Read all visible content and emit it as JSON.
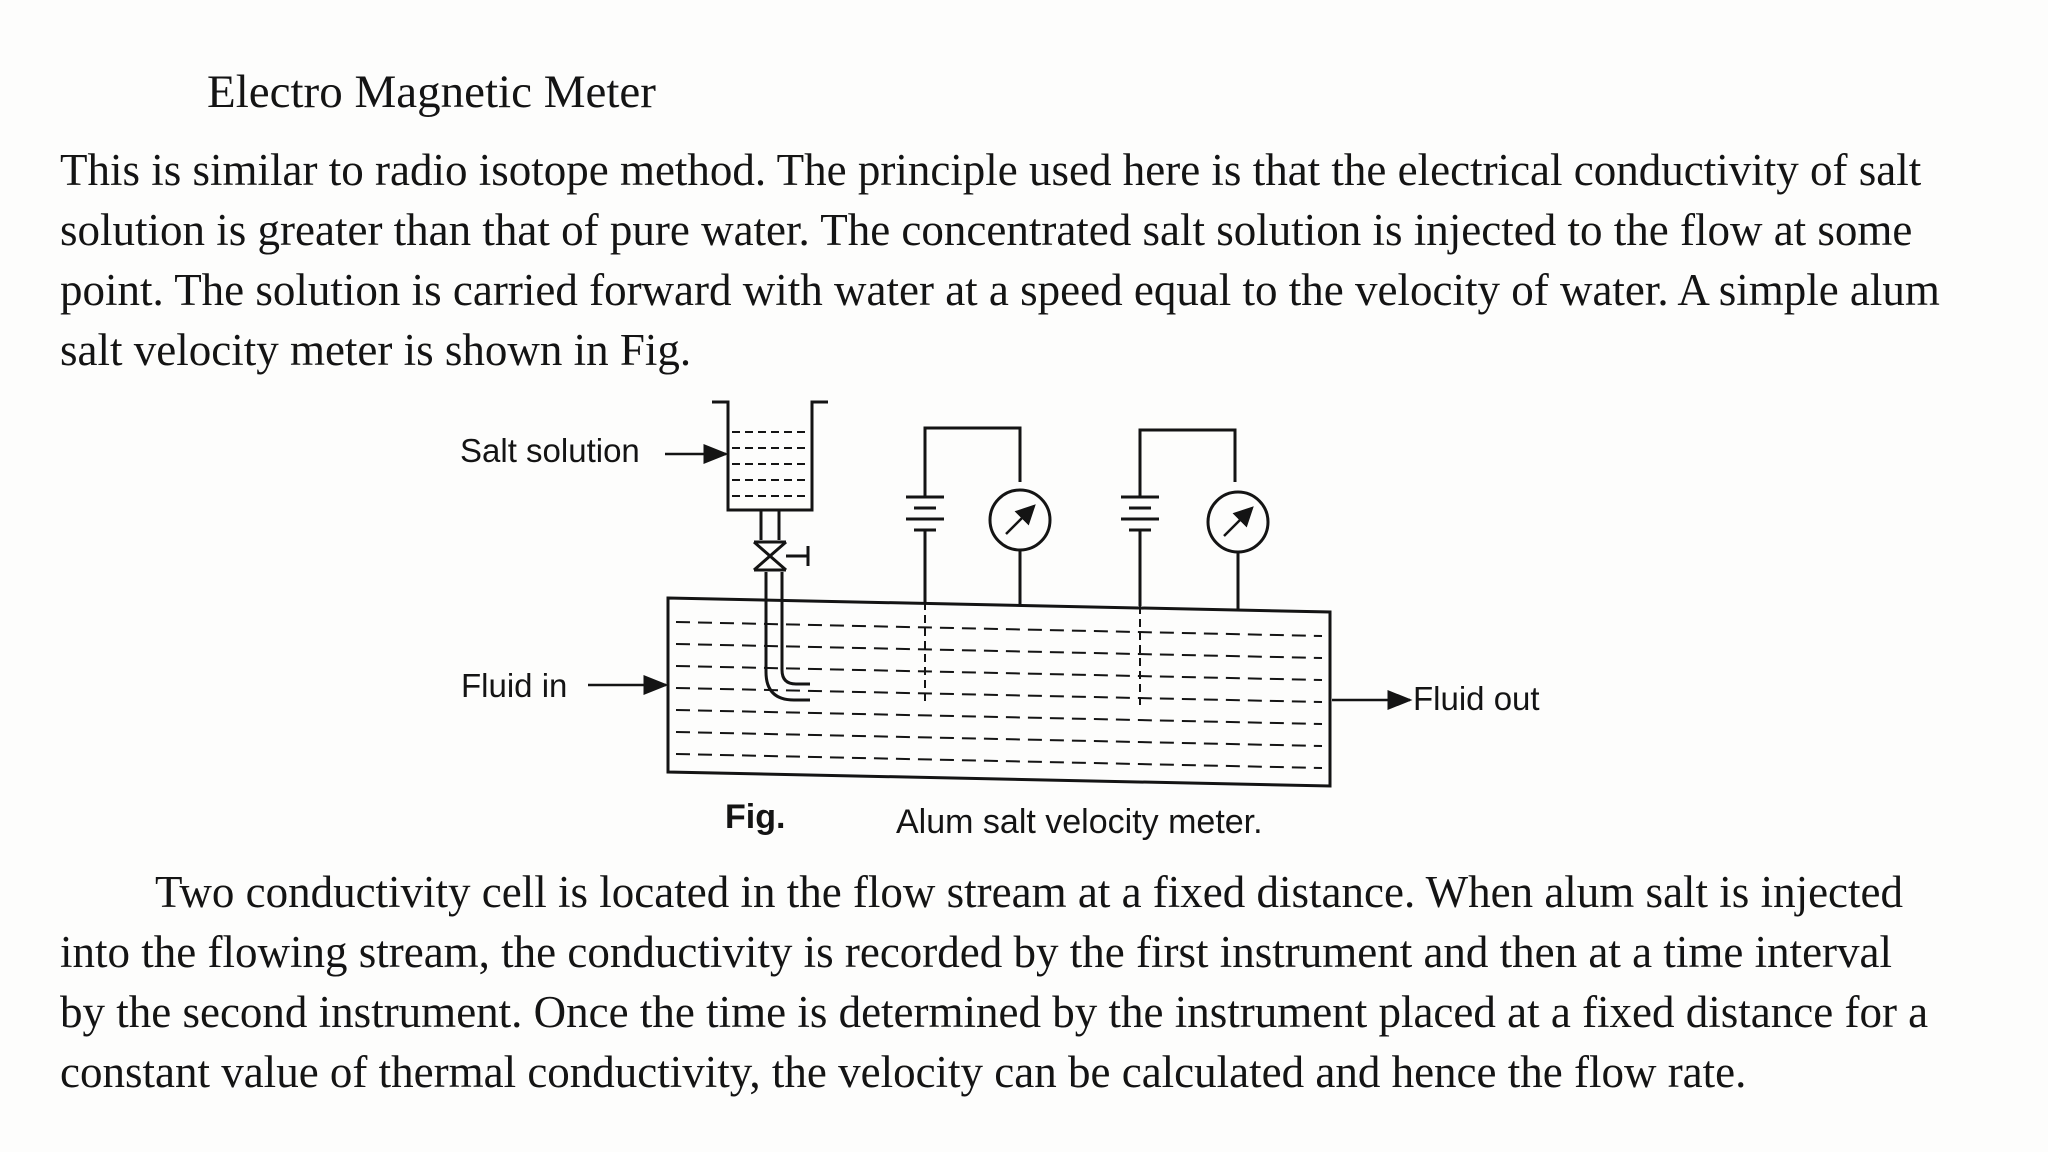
{
  "heading": "Electro Magnetic Meter",
  "paragraph1": [
    "This is similar to radio isotope method. The principle used here is that the electrical conductivity of salt",
    "solution is greater than that of pure water. The concentrated salt solution is injected to the flow at some",
    "point. The solution is carried forward with water at a speed equal to the velocity of water. A simple alum",
    "salt velocity meter is shown in Fig."
  ],
  "figure": {
    "labels": {
      "salt_solution": "Salt solution",
      "fluid_in": "Fluid in",
      "fluid_out": "Fluid out"
    },
    "caption_prefix": "Fig.",
    "caption_text": "Alum salt velocity meter."
  },
  "paragraph2": [
    "Two conductivity cell is located in the flow stream at a fixed distance. When alum salt is injected",
    "into the flowing stream, the conductivity is recorded by the first instrument and then at a time interval",
    "by the second instrument. Once the time is determined by the instrument placed at a fixed distance for a",
    "constant value of thermal conductivity, the velocity can be calculated and hence the flow rate."
  ]
}
